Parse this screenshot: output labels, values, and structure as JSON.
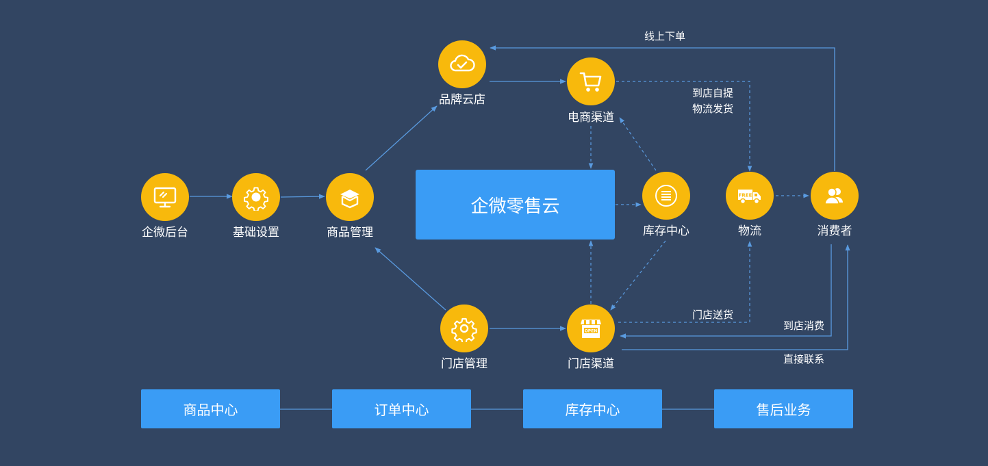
{
  "colors": {
    "background": "#324562",
    "node_fill": "#f8b90c",
    "box_fill": "#3a9cf5",
    "connector": "#5a9be0"
  },
  "center": {
    "title": "企微零售云"
  },
  "nodes": {
    "admin": {
      "label": "企微后台",
      "icon": "monitor-icon"
    },
    "settings": {
      "label": "基础设置",
      "icon": "gear-icon"
    },
    "product_mgmt": {
      "label": "商品管理",
      "icon": "box-icon"
    },
    "brand_cloud_store": {
      "label": "品牌云店",
      "icon": "cloud-check-icon"
    },
    "ecommerce": {
      "label": "电商渠道",
      "icon": "cart-icon"
    },
    "inventory": {
      "label": "库存中心",
      "icon": "list-icon"
    },
    "logistics": {
      "label": "物流",
      "icon": "truck-icon",
      "truck_text": "FREE"
    },
    "consumer": {
      "label": "消费者",
      "icon": "users-icon"
    },
    "store_mgmt": {
      "label": "门店管理",
      "icon": "gear-icon"
    },
    "store_channel": {
      "label": "门店渠道",
      "icon": "shop-icon",
      "sign_text": "OPEN"
    }
  },
  "edge_labels": {
    "online_order": "线上下单",
    "pickup": "到店自提",
    "ship": "物流发货",
    "store_delivery": "门店送货",
    "in_store": "到店消费",
    "direct_contact": "直接联系"
  },
  "bottom_modules": [
    "商品中心",
    "订单中心",
    "库存中心",
    "售后业务"
  ]
}
